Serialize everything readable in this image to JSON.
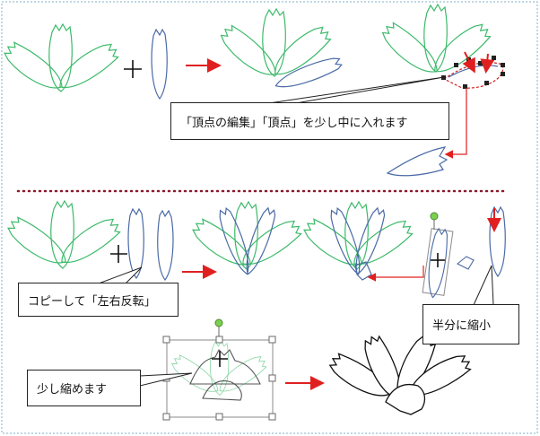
{
  "callouts": {
    "edit_vertices": "「頂点の編集」「頂点」を少し中に入れます",
    "copy_flip": "コピーして「左右反転」",
    "half_shrink": "半分に縮小",
    "shrink_little": "少し縮めます"
  },
  "colors": {
    "green_outline": "#3cba6a",
    "blue_outline": "#4a6aa6",
    "arrow_red": "#e02020",
    "dotted_border": "#7fb2c8",
    "separator": "#8a1a2a",
    "handle_green": "#7cd050",
    "black_outline": "#111111"
  },
  "icons": [
    "plus-icon",
    "right-arrow-icon",
    "rotation-handle-icon",
    "selection-handle-icon"
  ]
}
